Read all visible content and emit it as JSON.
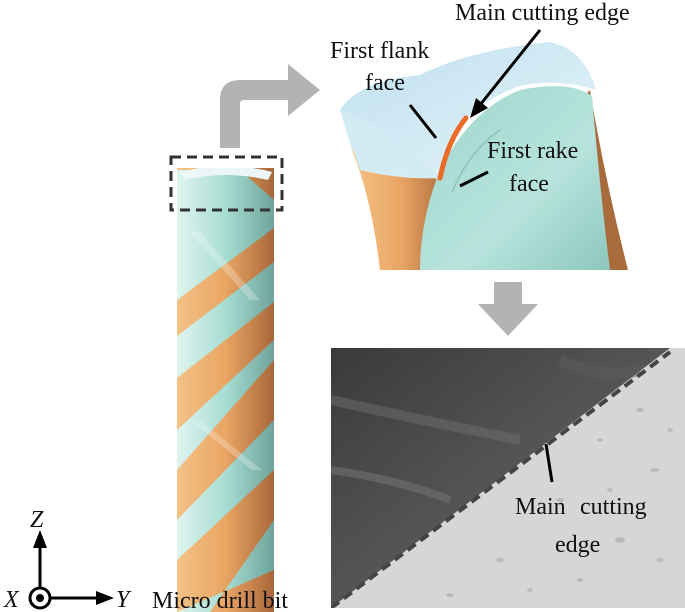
{
  "labels": {
    "main_cutting_edge_top": "Main cutting edge",
    "first_flank_line1": "First flank",
    "first_flank_line2": "face",
    "first_rake_line1": "First rake",
    "first_rake_line2": "face",
    "sem_edge_line1": "Main",
    "sem_edge_line2": "cutting",
    "sem_edge_line3": "edge",
    "caption": "Micro drill bit"
  },
  "axes": {
    "z": "Z",
    "x": "X",
    "y": "Y"
  },
  "colors": {
    "cyan": "#a8ded4",
    "orange": "#e7a463",
    "highlight_edge": "#ea6a26",
    "arrow_gray": "#b3b3b3",
    "sem_dark": "#4a4a4a",
    "sem_light": "#d6d6d6"
  }
}
